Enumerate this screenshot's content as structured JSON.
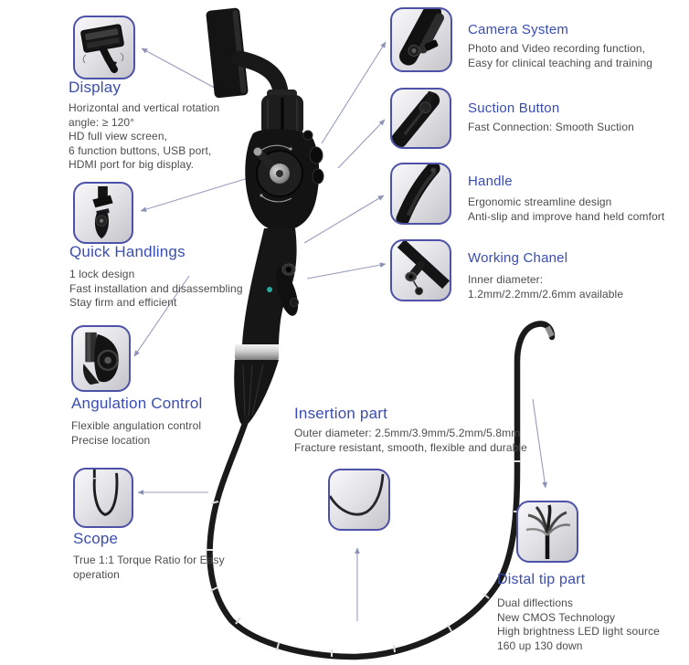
{
  "page": {
    "background": "#ffffff"
  },
  "colors": {
    "title_blue": "#3a4db0",
    "description_gray": "#4c4c4c",
    "thumbnail_border": "#4d52a8",
    "arrow_line": "#979dbb",
    "device_black": "#141414",
    "band_silver": "#c9c9c9"
  },
  "features": {
    "display": {
      "title": "Display",
      "description": "Horizontal and vertical rotation\nangle: ≥ 120°\nHD full view screen,\n6 function buttons, USB port,\nHDMI port for big display."
    },
    "quick_handlings": {
      "title": "Quick Handlings",
      "description": "1 lock design\nFast installation and disassembling\nStay firm and efficient"
    },
    "angulation_control": {
      "title": "Angulation Control",
      "description": "Flexible angulation control\nPrecise location"
    },
    "scope": {
      "title": "Scope",
      "description": "True 1:1 Torque Ratio for Easy\noperation"
    },
    "camera_system": {
      "title": "Camera System",
      "description": "Photo and Video recording function,\nEasy for clinical teaching and training"
    },
    "suction_button": {
      "title": "Suction Button",
      "description": "Fast Connection: Smooth Suction"
    },
    "handle": {
      "title": "Handle",
      "description": "Ergonomic streamline design\nAnti-slip and improve hand held comfort"
    },
    "working_chanel": {
      "title": "Working Chanel",
      "description": "Inner diameter:\n1.2mm/2.2mm/2.6mm available"
    },
    "insertion_part": {
      "title": "Insertion part",
      "description": "Outer diameter: 2.5mm/3.9mm/5.2mm/5.8mm\nFracture resistant, smooth, flexible and durable"
    },
    "distal_tip": {
      "title": "Distal tip part",
      "description": "Dual diflections\nNew CMOS Technology\nHigh brightness LED light source\n160 up 130 down"
    }
  }
}
